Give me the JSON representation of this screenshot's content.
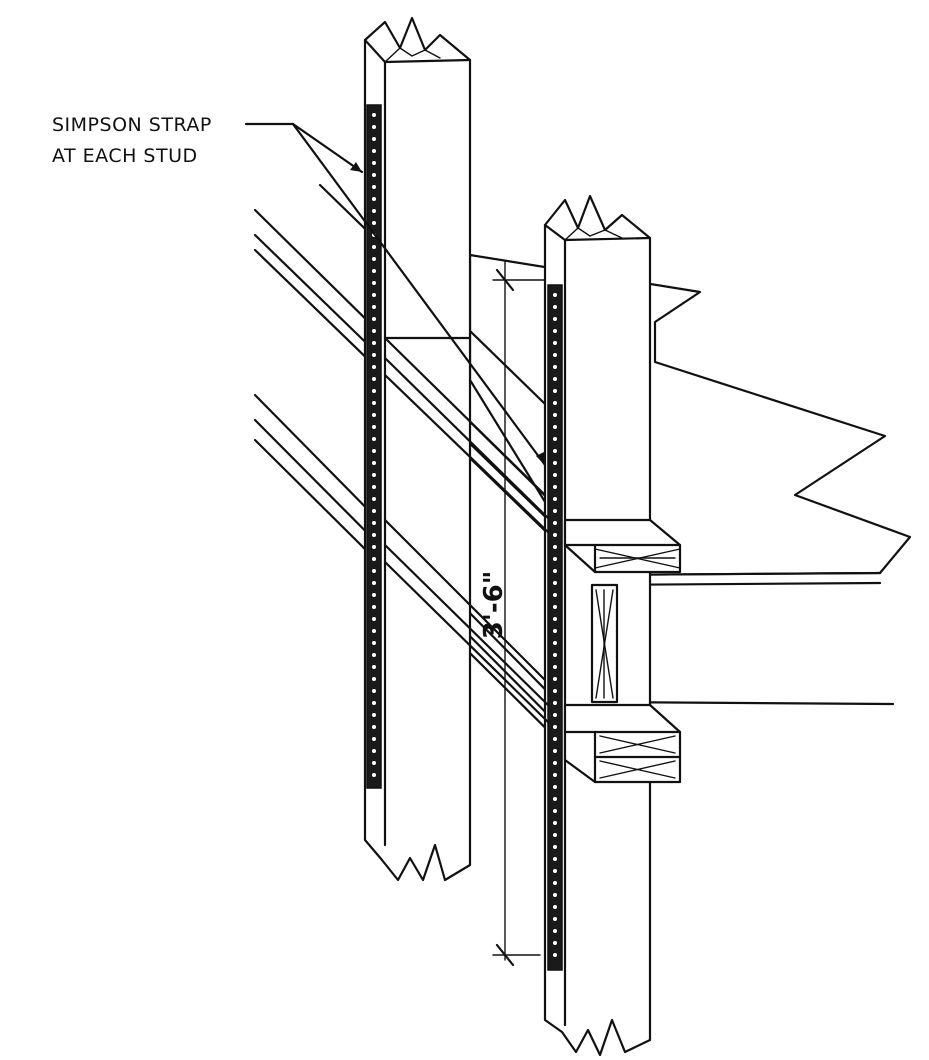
{
  "callout": {
    "line1": "SIMPSON STRAP",
    "line2": "AT EACH STUD"
  },
  "dimension": {
    "label": "3'-6\""
  },
  "colors": {
    "ink": "#111111",
    "paper": "#ffffff"
  }
}
